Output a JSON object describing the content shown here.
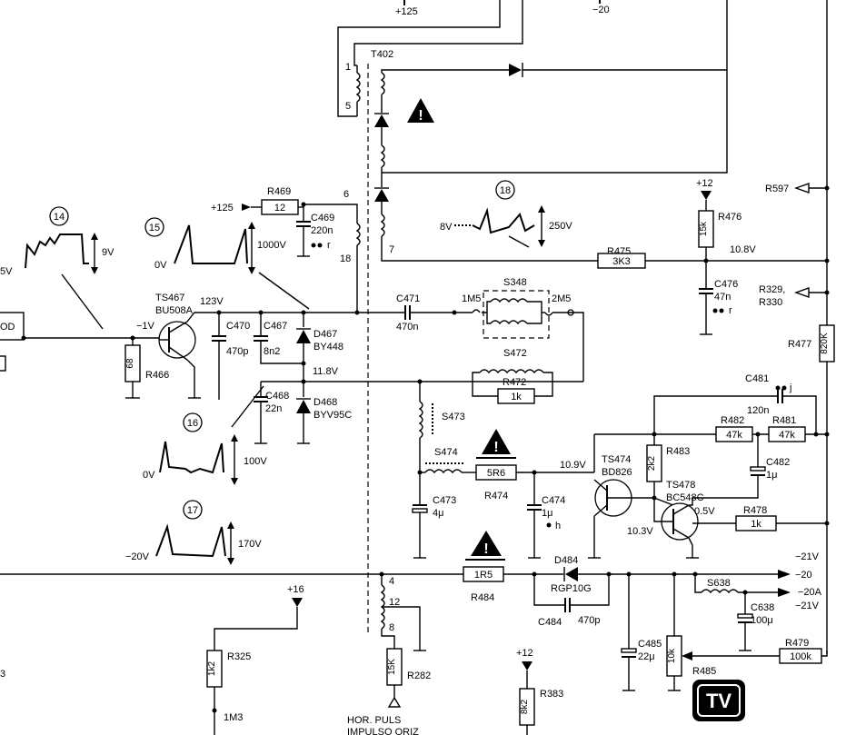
{
  "top_labels": {
    "plus125": "+125",
    "minus20": "−20"
  },
  "transformer": {
    "name": "T402",
    "pin1": "1",
    "pin5": "5",
    "pin6": "6",
    "pin18": "18",
    "pin7": "7",
    "pin4": "4",
    "pin12": "12",
    "pin8": "8"
  },
  "test_points": {
    "tp14": "14",
    "tp15": "15",
    "tp16": "16",
    "tp17": "17",
    "tp18": "18"
  },
  "waveforms": {
    "w14_amp": "9V",
    "w15_base": "0V",
    "w15_amp": "1000V",
    "w16_base": "0V",
    "w16_amp": "100V",
    "w17_base": "−20V",
    "w17_amp": "170V",
    "w18_base": "8V",
    "w18_amp": "250V"
  },
  "left_edge": {
    "v5": "5V",
    "od": "OD",
    "num3": "3"
  },
  "components": {
    "r469": {
      "name": "R469",
      "value": "12"
    },
    "supply125": "+125",
    "c469": {
      "name": "C469",
      "value": "220n",
      "tag": "r"
    },
    "ts467": {
      "name": "TS467",
      "type": "BU508A",
      "vb": "−1V",
      "vc": "123V"
    },
    "r466": {
      "name": "R466",
      "value": "68"
    },
    "c470": {
      "name": "C470",
      "value": "470p"
    },
    "c467": {
      "name": "C467",
      "value": "8n2"
    },
    "d467": {
      "name": "D467",
      "type": "BY448"
    },
    "v118": "11.8V",
    "c468": {
      "name": "C468",
      "value": "22n"
    },
    "d468": {
      "name": "D468",
      "type": "BYV95C"
    },
    "c471": {
      "name": "C471",
      "value": "470n"
    },
    "s348": {
      "name": "S348",
      "left": "1M5",
      "right": "2M5"
    },
    "s472": {
      "name": "S472"
    },
    "r472": {
      "name": "R472",
      "value": "1k"
    },
    "s473": {
      "name": "S473"
    },
    "s474": {
      "name": "S474"
    },
    "r474": {
      "name": "R474",
      "value": "5R6"
    },
    "c473": {
      "name": "C473",
      "value": "4μ"
    },
    "c474": {
      "name": "C474",
      "value": "1μ",
      "tag": "h"
    },
    "r476": {
      "name": "R476",
      "value": "15k",
      "supply": "+12"
    },
    "r475": {
      "name": "R475",
      "value": "3K3",
      "v": "10.8V"
    },
    "c476": {
      "name": "C476",
      "value": "47n",
      "tag": "r"
    },
    "r597": "R597",
    "r329": "R329,",
    "r330": "R330",
    "r477": {
      "name": "R477",
      "value": "820K"
    },
    "c481": {
      "name": "C481",
      "value": "120n",
      "tag": "j"
    },
    "r482": {
      "name": "R482",
      "value": "47k"
    },
    "r481": {
      "name": "R481",
      "value": "47k"
    },
    "c482": {
      "name": "C482",
      "value": "1μ"
    },
    "r483": {
      "name": "R483",
      "value": "2k2"
    },
    "ts474": {
      "name": "TS474",
      "type": "BD826",
      "v": "10.9V"
    },
    "ts478": {
      "name": "TS478",
      "type": "BC548C",
      "ve": "0.5V",
      "vc": "10.3V"
    },
    "r478": {
      "name": "R478",
      "value": "1k"
    },
    "r484": {
      "name": "R484",
      "value": "1R5"
    },
    "d484": {
      "name": "D484",
      "type": "RGP10G"
    },
    "c484": {
      "name": "C484",
      "value": "470p"
    },
    "out_v1": "−21V",
    "out_v2": "−20",
    "out_v3": "−20A",
    "out_v4": "−21V",
    "s638": {
      "name": "S638"
    },
    "c638": {
      "name": "C638",
      "value": "100μ"
    },
    "c485": {
      "name": "C485",
      "value": "22μ"
    },
    "r485": {
      "name": "R485",
      "value": "10k"
    },
    "r479": {
      "name": "R479",
      "value": "100k"
    },
    "supply16": "+16",
    "r325": {
      "name": "R325",
      "value": "1k2"
    },
    "m1m3": "1M3",
    "r282": {
      "name": "R282",
      "value": "15K"
    },
    "hor_puls": "HOR. PULS",
    "impulso": "IMPULSO ORIZ",
    "r383": {
      "name": "R383",
      "value": "8k2",
      "supply": "+12"
    }
  },
  "logo": "TV"
}
